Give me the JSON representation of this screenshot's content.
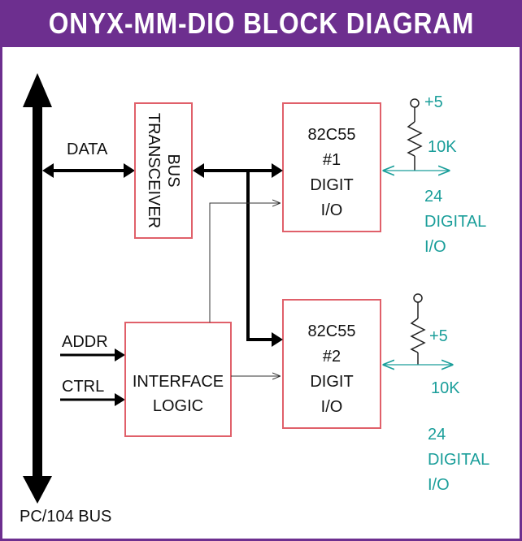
{
  "title": "ONYX-MM-DIO BLOCK DIAGRAM",
  "bus": {
    "label": "PC/104 BUS"
  },
  "signals": {
    "data": "DATA",
    "addr": "ADDR",
    "ctrl": "CTRL"
  },
  "transceiver": {
    "line1": "BUS",
    "line2": "TRANSCEIVER"
  },
  "interface": {
    "line1": "INTERFACE",
    "line2": "LOGIC"
  },
  "chip1": {
    "line1": "82C55",
    "line2": "#1",
    "line3": "DIGIT",
    "line4": "I/O"
  },
  "chip2": {
    "line1": "82C55",
    "line2": "#2",
    "line3": "DIGIT",
    "line4": "I/O"
  },
  "io1": {
    "supply": "+5",
    "resistor": "10K",
    "count": "24",
    "line2": "DIGITAL",
    "line3": "I/O"
  },
  "io2": {
    "supply": "+5",
    "resistor": "10K",
    "count": "24",
    "line2": "DIGITAL",
    "line3": "I/O"
  },
  "colors": {
    "header": "#6d2f8f",
    "box_border": "#e0606a",
    "io_teal": "#1a9e9a"
  }
}
